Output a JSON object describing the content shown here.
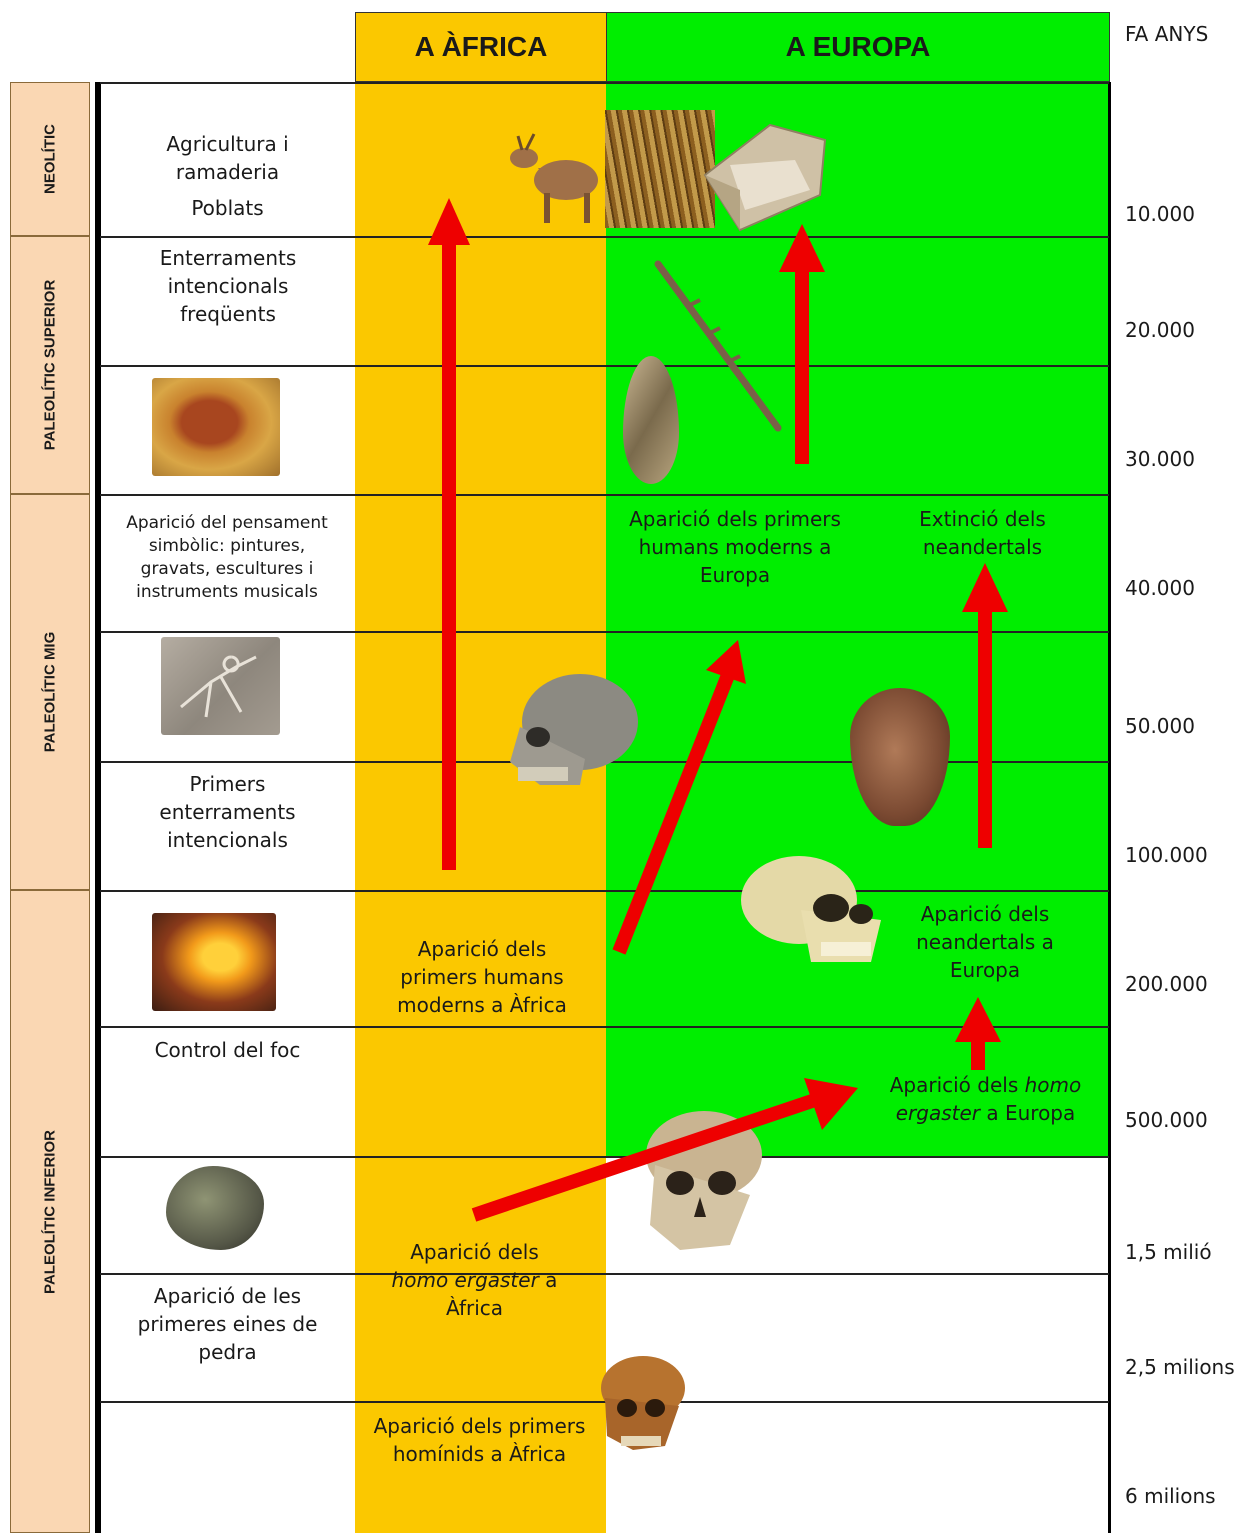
{
  "header": {
    "africa": "A ÀFRICA",
    "europe": "A EUROPA",
    "ago": "FA ANYS"
  },
  "periods": [
    {
      "id": "neolitic",
      "label": "NEOLÍTIC"
    },
    {
      "id": "superior",
      "label": "PALEOLÍTIC SUPERIOR"
    },
    {
      "id": "mig",
      "label": "PALEOLÍTIC MIG"
    },
    {
      "id": "inferior",
      "label": "PALEOLÍTIC INFERIOR"
    }
  ],
  "years": [
    "10.000",
    "20.000",
    "30.000",
    "40.000",
    "50.000",
    "100.000",
    "200.000",
    "500.000",
    "1,5 milió",
    "2,5 milions",
    "6 milions"
  ],
  "events": {
    "agri_1": "Agricultura i",
    "agri_2": "ramaderia",
    "poblats": "Poblats",
    "enterr_freq": "Enterraments intencionals freqüents",
    "simbolic": "Aparició del pensament simbòlic: pintures, gravats, escultures i instruments musicals",
    "primers_enterr": "Primers enterraments intencionals",
    "control_foc": "Control del foc",
    "eines_pedra": "Aparició de les primeres eines de pedra",
    "humans_africa": "Aparició dels primers humans moderns a Àfrica",
    "humans_europa": "Aparició dels primers humans moderns a Europa",
    "extincio": "Extinció dels neandertals",
    "neandertals": "Aparició dels neandertals a Europa",
    "ergaster_eu_1": "Aparició dels ",
    "ergaster_eu_2": "homo",
    "ergaster_eu_3": "ergaster",
    "ergaster_eu_4": " a Europa",
    "ergaster_af_1": "Aparició dels",
    "ergaster_af_2": "homo ergaster",
    "ergaster_af_3": " a",
    "ergaster_af_4": "Àfrica",
    "hominids": "Aparició dels primers homínids a Àfrica"
  },
  "colors": {
    "africa": "#fbc800",
    "europe": "#00ee00",
    "period": "#fad7b3",
    "arrow": "#ee0000"
  },
  "images": [
    "cave-painting",
    "engraved-skeleton",
    "fire",
    "hand-axe",
    "goat",
    "wheat",
    "hut",
    "bone-harpoon",
    "leaf-point-flint",
    "modern-human-skull",
    "neanderthal-skull",
    "flint-hand-axe",
    "ergaster-skull",
    "hominid-skull"
  ]
}
